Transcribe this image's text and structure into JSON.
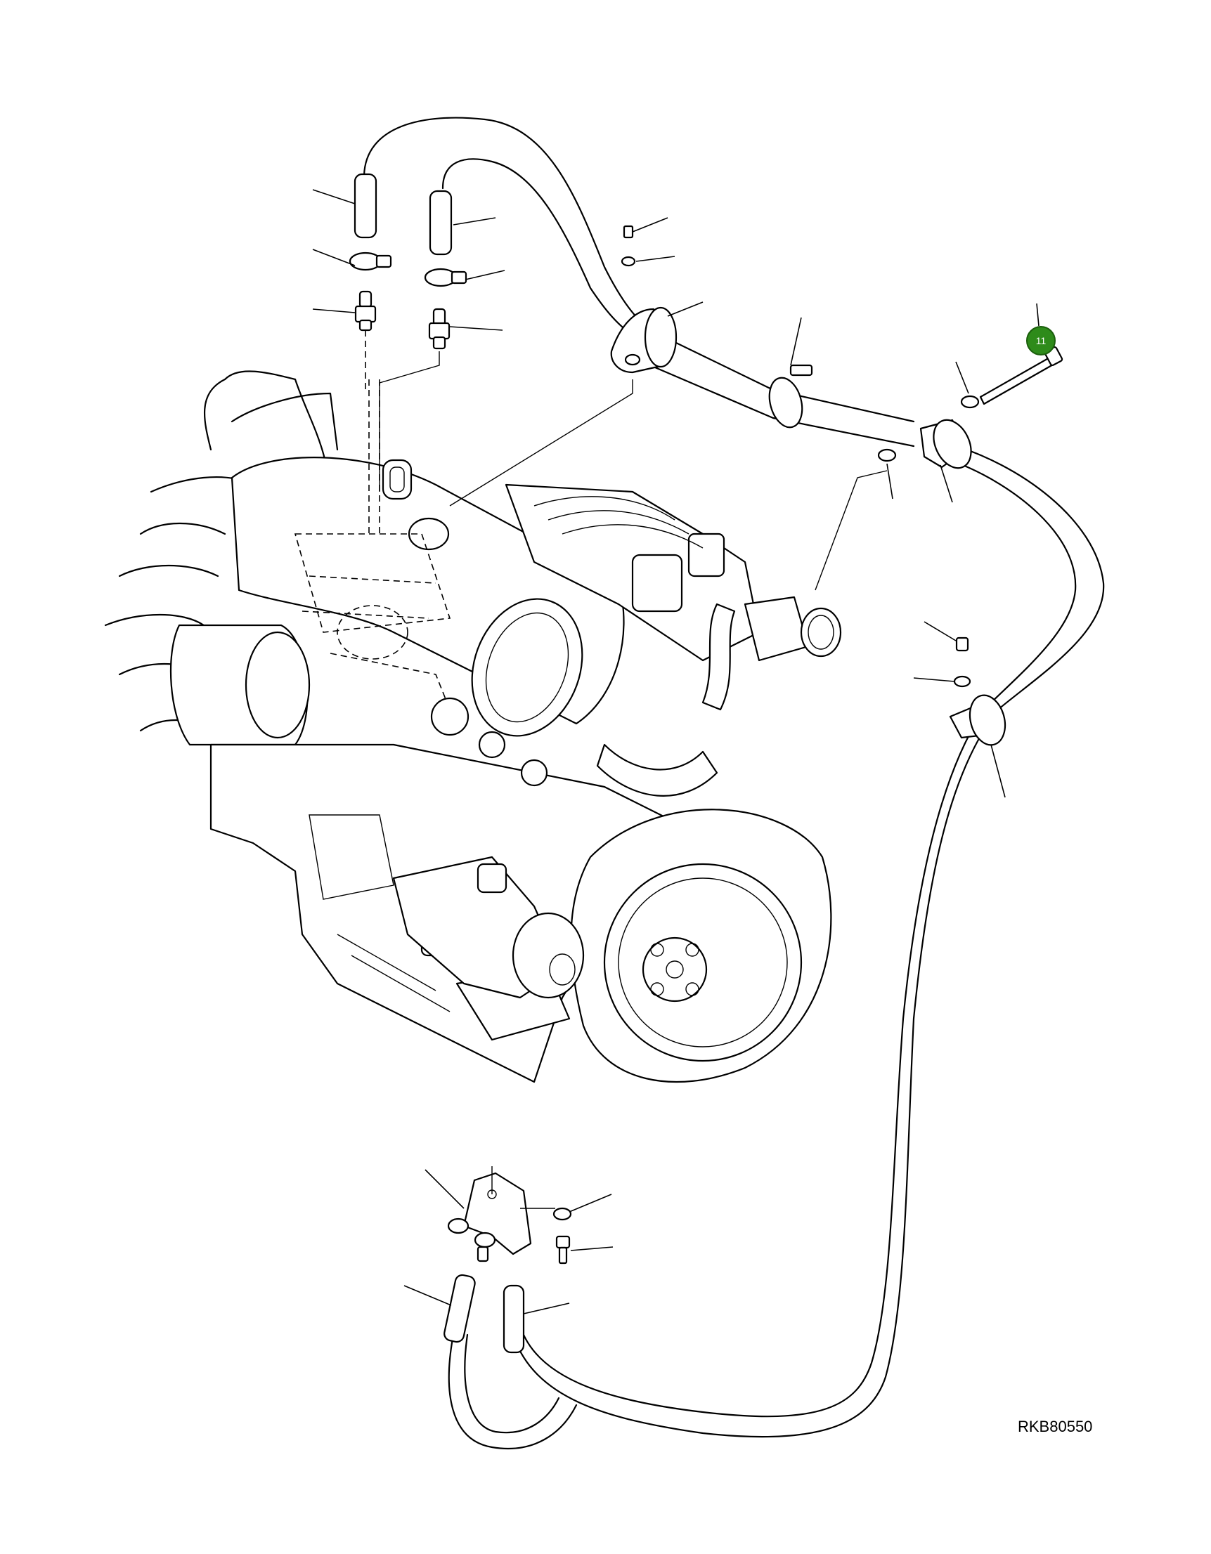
{
  "callout": {
    "number": "11",
    "color": "#2e8b1a"
  },
  "drawing_code": "RKB80550",
  "icons": {
    "callout": "numbered-callout-circle"
  }
}
